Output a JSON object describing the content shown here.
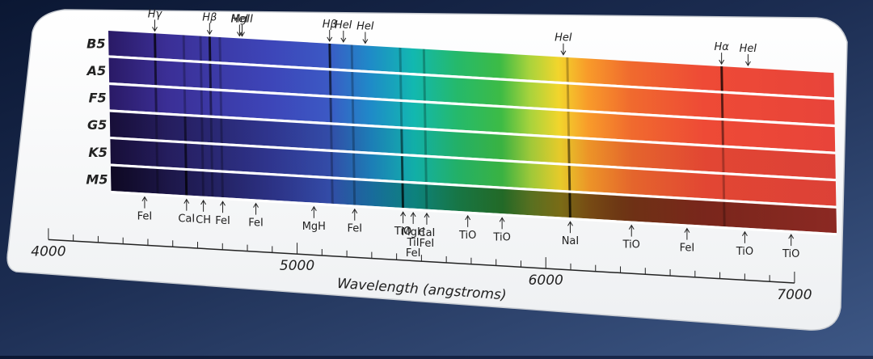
{
  "figure": {
    "spectral_classes": [
      "B5",
      "A5",
      "F5",
      "G5",
      "K5",
      "M5"
    ],
    "top_labels": [
      {
        "text": "Hβ",
        "nm": 4340
      },
      {
        "text": "Hγ",
        "nm": 4102
      },
      {
        "text": "HeI",
        "nm": 4470
      },
      {
        "text": "MgII",
        "nm": 4481
      },
      {
        "text": "Hβ",
        "nm": 4861
      },
      {
        "text": "HeI",
        "nm": 4921
      },
      {
        "text": "HeI",
        "nm": 5016
      },
      {
        "text": "HeI",
        "nm": 5876
      },
      {
        "text": "Hα",
        "nm": 6563
      },
      {
        "text": "HeI",
        "nm": 6678
      }
    ],
    "bottom_labels": [
      {
        "text": "FeI",
        "nm": 4045
      },
      {
        "text": "CaI",
        "nm": 4227
      },
      {
        "text": "CH",
        "nm": 4300
      },
      {
        "text": "FeI",
        "nm": 4384
      },
      {
        "text": "FeI",
        "nm": 4528
      },
      {
        "text": "MgH",
        "nm": 4780
      },
      {
        "text": "FeI",
        "nm": 4957
      },
      {
        "text": "TiO",
        "nm": 5167
      },
      {
        "text": "MgH",
        "nm": 5211
      },
      {
        "text": "TiI",
        "nm": 5211
      },
      {
        "text": "FeI",
        "nm": 5211
      },
      {
        "text": "CaI",
        "nm": 5270
      },
      {
        "text": "FeI",
        "nm": 5270
      },
      {
        "text": "TiO",
        "nm": 5448
      },
      {
        "text": "TiO",
        "nm": 5597
      },
      {
        "text": "NaI",
        "nm": 5893
      },
      {
        "text": "TiO",
        "nm": 6159
      },
      {
        "text": "FeI",
        "nm": 6400
      },
      {
        "text": "TiO",
        "nm": 6651
      },
      {
        "text": "TiO",
        "nm": 6852
      }
    ],
    "axis": {
      "ticks": [
        "4000",
        "5000",
        "6000",
        "7000"
      ],
      "title": "Wavelength (angstroms)"
    }
  }
}
